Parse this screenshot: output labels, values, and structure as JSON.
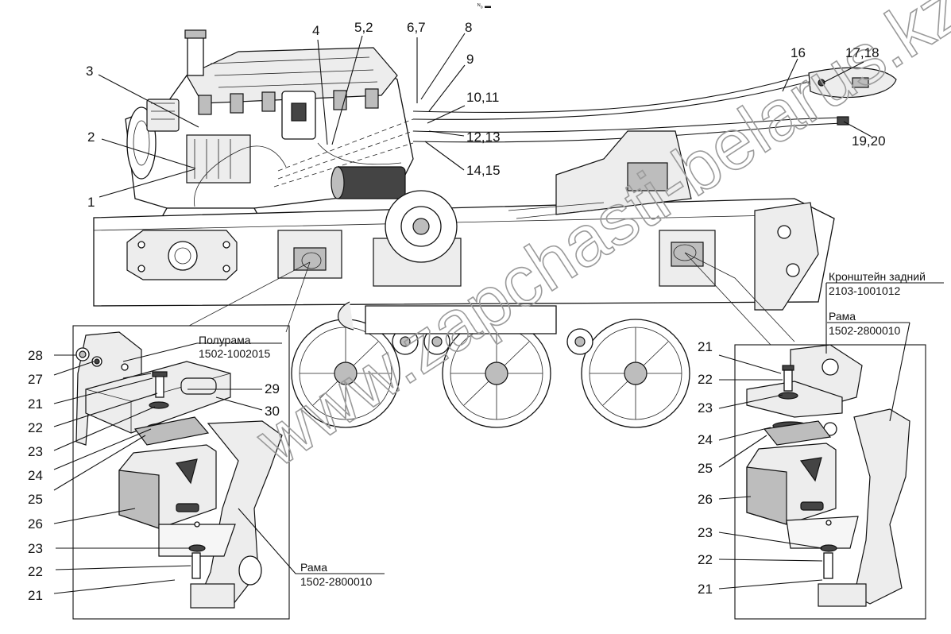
{
  "callouts": {
    "c1": "1",
    "c2": "2",
    "c3": "3",
    "c4": "4",
    "c5": "5,2",
    "c6": "6,7",
    "c7": "8",
    "c8": "9",
    "c9": "10,11",
    "c10": "12,13",
    "c11": "14,15",
    "c12": "16",
    "c13": "17,18",
    "c14": "19,20",
    "left": {
      "n28": "28",
      "n27": "27",
      "n21a": "21",
      "n22a": "22",
      "n23a": "23",
      "n24": "24",
      "n25": "25",
      "n26": "26",
      "n23b": "23",
      "n22b": "22",
      "n21b": "21",
      "n29": "29",
      "n30": "30"
    },
    "right": {
      "n21a": "21",
      "n22a": "22",
      "n23a": "23",
      "n24": "24",
      "n25": "25",
      "n26": "26",
      "n23b": "23",
      "n22b": "22",
      "n21b": "21"
    }
  },
  "references": {
    "half_frame_title": "Полурама",
    "half_frame_code": "1502-1002015",
    "frame_left_title": "Рама",
    "frame_left_code": "1502-2800010",
    "rear_bracket_title": "Кронштейн задний",
    "rear_bracket_code": "2103-1001012",
    "frame_right_title": "Рама",
    "frame_right_code": "1502-2800010"
  },
  "top_mark": "ᴺ₀ ▬",
  "watermark": "www.zapchasti-belarus.kz"
}
